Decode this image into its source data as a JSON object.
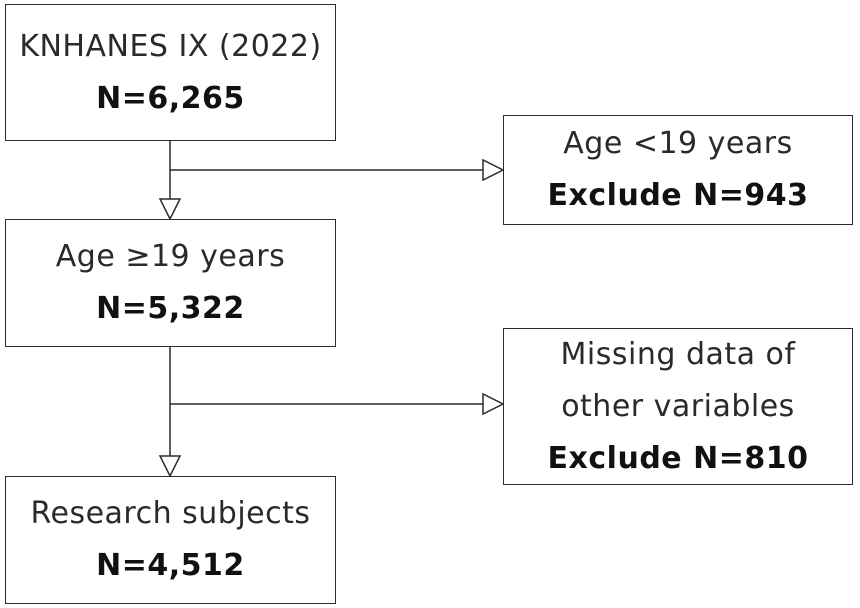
{
  "flowchart": {
    "source": {
      "line1": "KNHANES IX (2022)",
      "line2": "N=6,265"
    },
    "exclusion_age": {
      "line1": "Age <19 years",
      "line2": "Exclude N=943"
    },
    "adults": {
      "line1": "Age ≥19 years",
      "line2": "N=5,322"
    },
    "exclusion_missing": {
      "line1": "Missing data of",
      "line2": "other variables",
      "line3": "Exclude N=810"
    },
    "final": {
      "line1": "Research subjects",
      "line2": "N=4,512"
    }
  },
  "colors": {
    "stroke": "#2b2b2b",
    "background": "#ffffff",
    "text": "#1a1a1a"
  }
}
